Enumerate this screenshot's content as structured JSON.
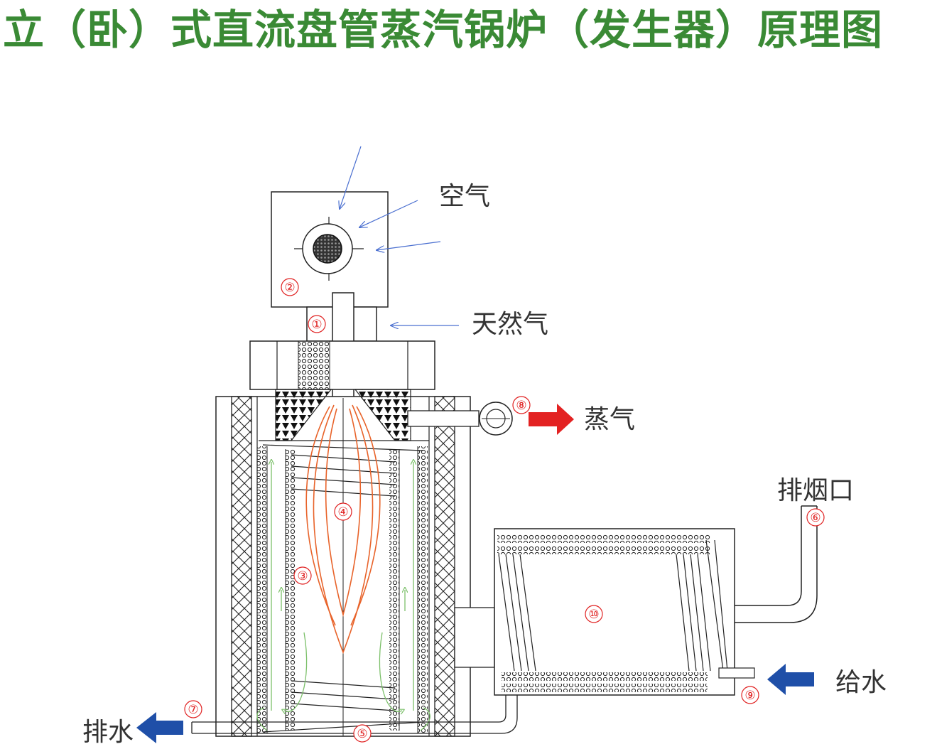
{
  "title": "立（卧）式直流盘管蒸汽锅炉（发生器）原理图",
  "labels": {
    "air": "空气",
    "natural_gas": "天然气",
    "steam": "蒸气",
    "exhaust": "排烟口",
    "feed_water": "给水",
    "drain": "排水"
  },
  "markers": [
    "①",
    "②",
    "③",
    "④",
    "⑤",
    "⑥",
    "⑦",
    "⑧",
    "⑨",
    "⑩"
  ],
  "colors": {
    "title": "#3a8a35",
    "marker": "#e02020",
    "flame": "#e8632a",
    "flow": "#7cc06a",
    "steam_arrow": "#e32222",
    "water_arrow": "#1f4fa8",
    "air_arrow": "#4a6fd0"
  }
}
